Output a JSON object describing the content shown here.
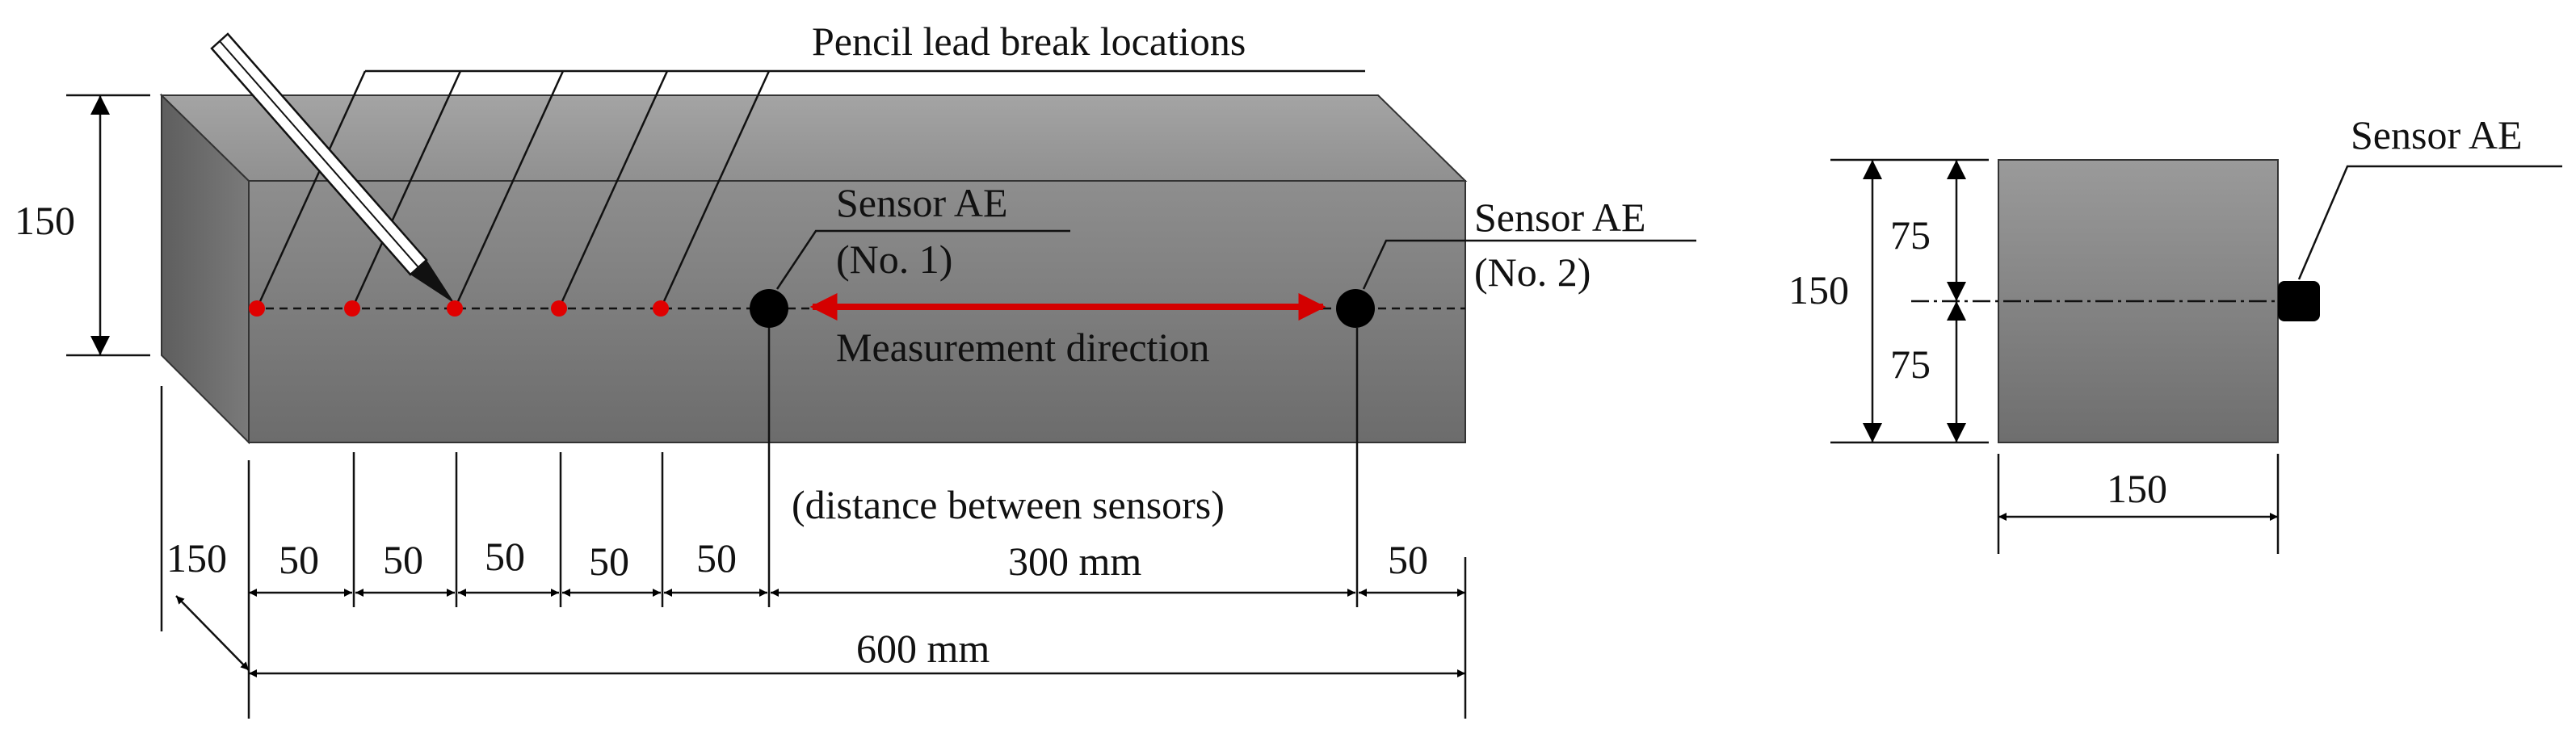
{
  "labels": {
    "pencil_lead": "Pencil lead break locations",
    "sensor1_line1": "Sensor AE",
    "sensor1_line2": "(No. 1)",
    "sensor2_line1": "Sensor AE",
    "sensor2_line2": "(No. 2)",
    "measurement_direction": "Measurement direction",
    "distance_between": "(distance between sensors)",
    "section_sensor": "Sensor AE"
  },
  "dimensions": {
    "height": "150",
    "depth": "150",
    "seg1": "50",
    "seg2": "50",
    "seg3": "50",
    "seg4": "50",
    "seg5": "50",
    "sensor_spacing": "300 mm",
    "end_seg": "50",
    "total_length": "600 mm",
    "section_height": "150",
    "section_upper": "75",
    "section_lower": "75",
    "section_width": "150"
  },
  "colors": {
    "beam_front_top": "#8a8a8a",
    "beam_front_bottom": "#6a6a6a",
    "beam_top": "#9c9c9c",
    "beam_side": "#6e6e6e",
    "red": "#d40000",
    "black": "#000000"
  }
}
